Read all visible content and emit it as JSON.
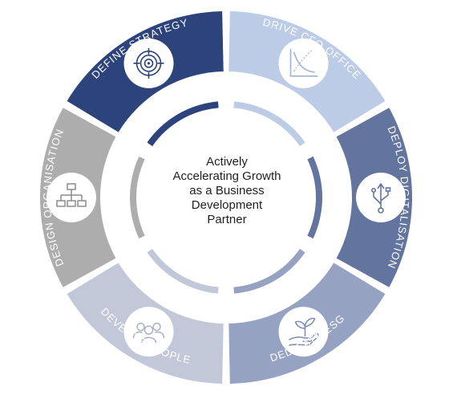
{
  "center": {
    "lines": [
      "Actively",
      "Accelerating Growth",
      "as a Business",
      "Development",
      "Partner"
    ]
  },
  "segments": [
    {
      "key": "define",
      "label": "DEFINE STRATEGY",
      "color": "#2d437b",
      "inner_color": "#2d437b",
      "label_color": "#ffffff",
      "icon": "target-icon",
      "icon_color": "#2d437b"
    },
    {
      "key": "cfo",
      "label": "DRIVE CFO OFFICE",
      "color": "#bccbe6",
      "inner_color": "#bccbe6",
      "label_color": "#ffffff",
      "icon": "chart-decline-icon",
      "icon_color": "#9fb2d8"
    },
    {
      "key": "digital",
      "label": "DEPLOY DIGITALISATION",
      "color": "#63759f",
      "inner_color": "#63759f",
      "label_color": "#ffffff",
      "icon": "usb-icon",
      "icon_color": "#63759f"
    },
    {
      "key": "esg",
      "label": "DEDICATE ESG",
      "color": "#96a2c1",
      "inner_color": "#96a2c1",
      "label_color": "#ffffff",
      "icon": "plant-hand-icon",
      "icon_color": "#7d8ab0"
    },
    {
      "key": "people",
      "label": "DEVELOP PEOPLE",
      "color": "#c3c8d9",
      "inner_color": "#c3c8d9",
      "label_color": "#ffffff",
      "icon": "people-icon",
      "icon_color": "#aab0c6"
    },
    {
      "key": "org",
      "label": "DESIGN ORGANISATION",
      "color": "#adadad",
      "inner_color": "#adadad",
      "label_color": "#ffffff",
      "icon": "org-chart-icon",
      "icon_color": "#8c8c8c"
    }
  ]
}
